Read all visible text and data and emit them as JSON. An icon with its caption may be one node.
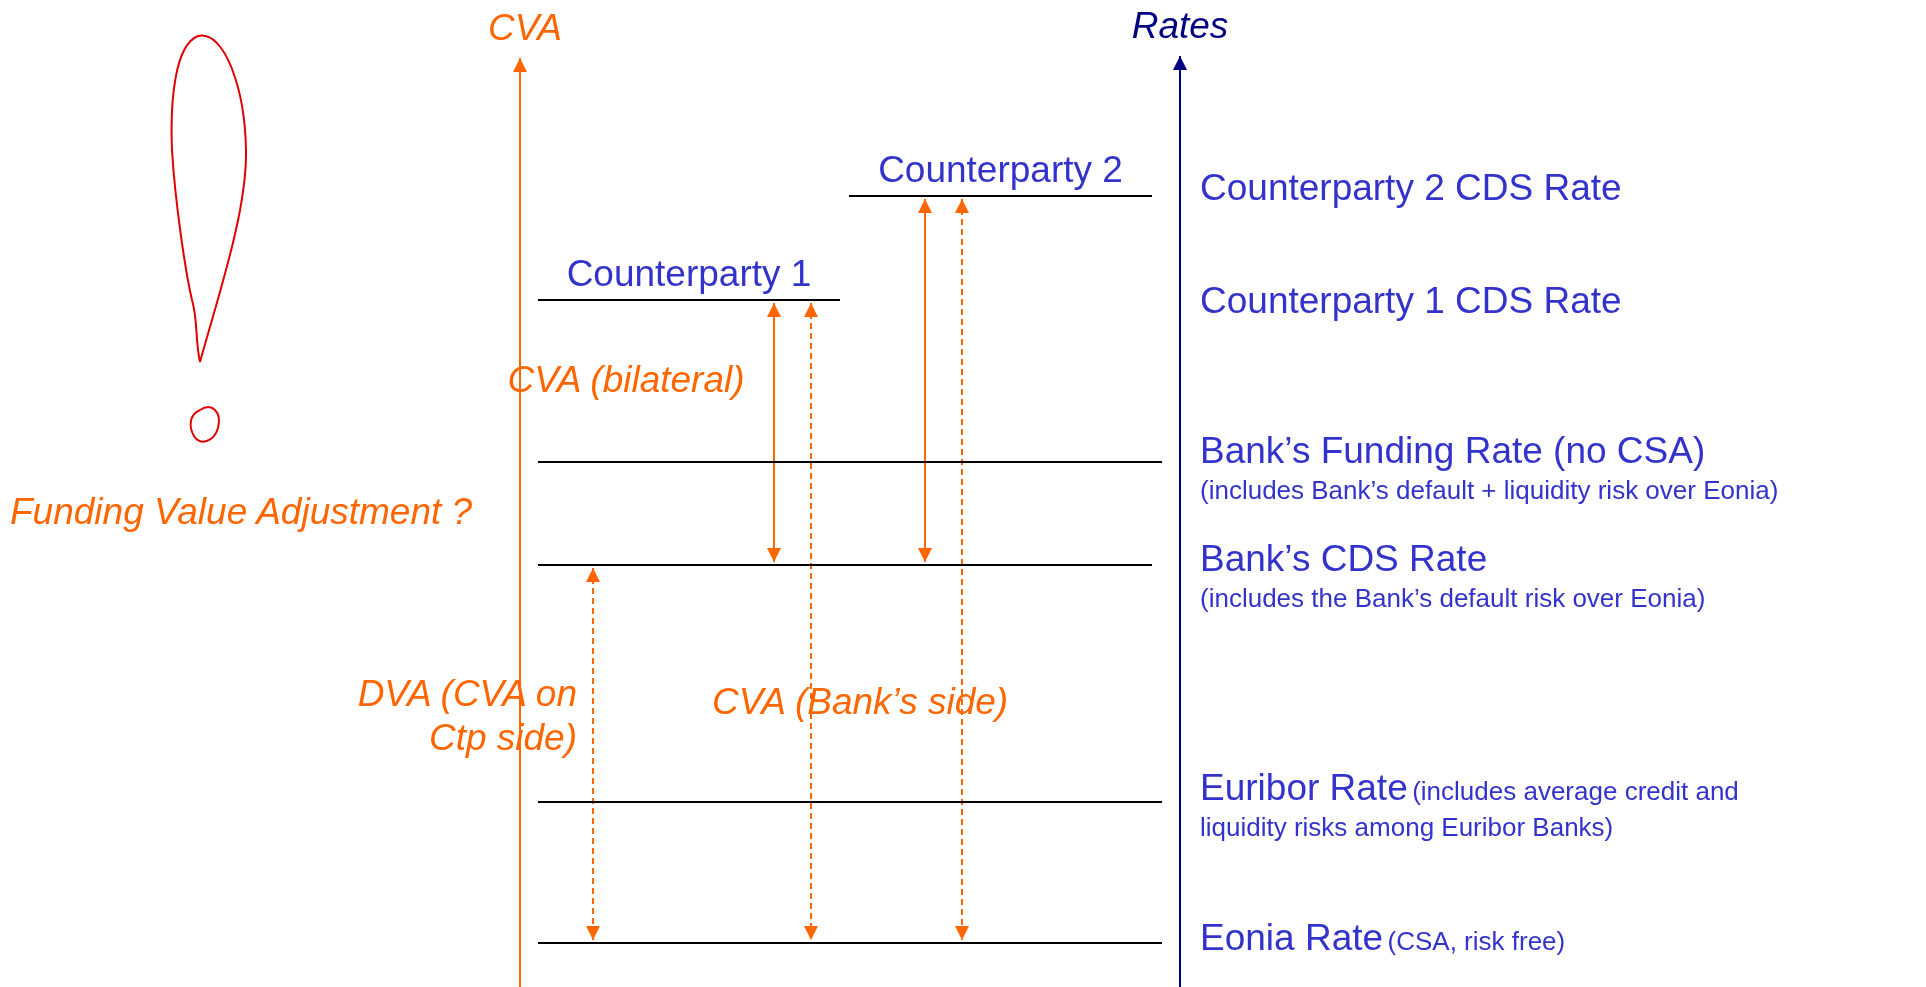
{
  "diagram": {
    "nodes": [
      {
        "text": [
          "Counterparty 2"
        ],
        "beside": [
          "Counterparty 2 CDS Rate"
        ]
      },
      {
        "text": [
          "Counterparty 1"
        ]
      },
      {
        "text": [],
        "shape": "bar",
        "beside": [
          "Bank’s Funding Rate (no CSA)",
          "(includes Bank’s default + liquidity risk over Eonia)"
        ]
      },
      {
        "text": [],
        "shape": "bar",
        "beside": [
          "Bank’s CDS Rate",
          "(includes the Bank’s default risk over Eonia)"
        ]
      },
      {
        "text": [],
        "shape": "bar",
        "beside": [
          "Euribor Rate",
          "(includes average credit and liquidity risks among Euribor Banks)"
        ]
      },
      {
        "text": [],
        "shape": "bar",
        "beside": [
          "Eonia Rate",
          "(CSA, risk free)"
        ]
      }
    ],
    "edges": [
      {
        "from": 1,
        "to": 3,
        "arrow": "both"
      },
      {
        "from": 1,
        "to": 5,
        "arrow": "both",
        "style": "dashed"
      },
      {
        "from": 0,
        "to": 3,
        "arrow": "both"
      },
      {
        "from": 0,
        "to": 5,
        "arrow": "both",
        "style": "dashed"
      },
      {
        "from": 3,
        "to": 5,
        "arrow": "both",
        "style": "dashed"
      }
    ],
    "labels": [
      "CVA",
      "Rates",
      "Counterparty 1 CDS Rate",
      "CVA (bilateral)",
      "Funding Value Adjustment ?",
      "DVA (CVA on Ctp side)",
      "CVA (Bank’s side)"
    ]
  }
}
